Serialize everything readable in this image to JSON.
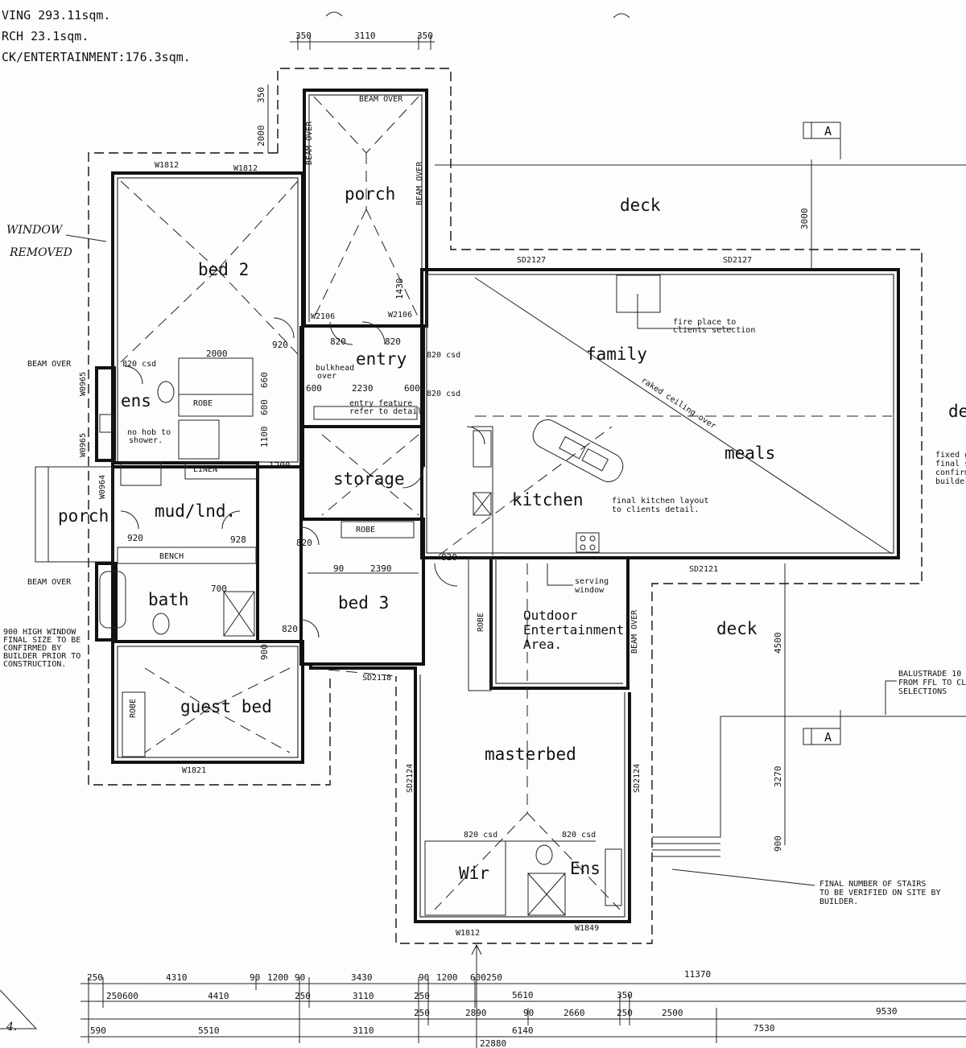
{
  "header": {
    "line1": "VING 293.11sqm.",
    "line2": "RCH 23.1sqm.",
    "line3": "CK/ENTERTAINMENT:176.3sqm."
  },
  "section_markers": [
    "A",
    "A"
  ],
  "rooms": {
    "porch_front": "porch",
    "porch_side": "porch",
    "bed2": "bed 2",
    "deck_top": "deck",
    "deck_mid": "deck",
    "deck_right": "de",
    "family": "family",
    "meals": "meals",
    "kitchen": "kitchen",
    "entry": "entry",
    "storage": "storage",
    "ens": "ens",
    "mud": "mud/lnd.",
    "bath": "bath",
    "bed3": "bed 3",
    "guest": "guest bed",
    "outdoor": "Outdoor\nEntertainment\nArea.",
    "outdoor_l1": "Outdoor",
    "outdoor_l2": "Entertainment",
    "outdoor_l3": "Area.",
    "master": "masterbed",
    "wir": "Wir",
    "ens2": "Ens"
  },
  "notes": {
    "window_removed_1": "WINDOW",
    "window_removed_2": "REMOVED",
    "beam_over_1": "BEAM OVER",
    "beam_over_2": "BEAM OVER",
    "beam_over_porch": "BEAM OVER",
    "beam_over_v1": "BEAM OVER",
    "beam_over_v2": "BEAM OVER",
    "beam_over_v3": "BEAM OVER",
    "high_window_1": "900 HIGH WINDOW",
    "high_window_2": "FINAL SIZE TO BE",
    "high_window_3": "CONFIRMED BY",
    "high_window_4": "BUILDER PRIOR TO",
    "high_window_5": "CONSTRUCTION.",
    "fire_1": "fire place to",
    "fire_2": "clients selection",
    "raked": "raked ceiling over",
    "kitchen_1": "final kitchen layout",
    "kitchen_2": "to clients detail.",
    "serving_1": "serving",
    "serving_2": "window",
    "entry_feat_1": "entry feature",
    "entry_feat_2": "refer to detail",
    "bulkhead_1": "bulkhead",
    "bulkhead_2": "over",
    "no_hob_1": "no hob to",
    "no_hob_2": "shower.",
    "fixed_1": "fixed gl",
    "fixed_2": "final si",
    "fixed_3": "confirm",
    "fixed_4": "builder.",
    "balustrade_1": "BALUSTRADE 10",
    "balustrade_2": "FROM FFL TO CL",
    "balustrade_3": "SELECTIONS",
    "stairs_1": "FINAL NUMBER OF STAIRS",
    "stairs_2": "TO BE VERIFIED ON SITE BY",
    "stairs_3": "BUILDER.",
    "robe": "ROBE",
    "linen": "LINEN",
    "bench": "BENCH",
    "csd": "820 csd"
  },
  "labels": {
    "w1812_a": "W1812",
    "w1812_b": "W1812",
    "w1812_c": "W1812",
    "w1821": "W1821",
    "w1849": "W1849",
    "w2106_a": "W2106",
    "w2106_b": "W2106",
    "w0965_a": "W0965",
    "w0965_b": "W0965",
    "w0964": "W0964",
    "sd2127_a": "SD2127",
    "sd2127_b": "SD2127",
    "sd2121": "SD2121",
    "sd2118": "SD2118",
    "sd2124_a": "SD2124",
    "sd2124_b": "SD2124",
    "beam_over_top": "BEAM OVER"
  },
  "dims_top": [
    "350",
    "3110",
    "350"
  ],
  "dims_misc": {
    "d350v": "350",
    "d2000v": "2000",
    "d1430": "1430",
    "d3000": "3000",
    "d4500": "4500",
    "d3270": "3270",
    "d900": "900",
    "d2000": "2000",
    "d2230": "2230",
    "d600a": "600",
    "d600b": "600",
    "d1100": "1100",
    "d600v": "600",
    "d660": "660",
    "d1200": "1200",
    "d2390": "2390",
    "d90": "90",
    "d820a": "820",
    "d820b": "820",
    "d820c": "820",
    "d820d": "820",
    "d820e": "820",
    "d920a": "920",
    "d920b": "920",
    "d928": "928",
    "d700": "700",
    "d900b": "900"
  },
  "dims_row1": [
    "250",
    "4310",
    "90",
    "1200",
    "90",
    "3430",
    "90",
    "1200",
    "600",
    "250",
    "11370"
  ],
  "dims_row2": [
    "250",
    "600",
    "4410",
    "250",
    "3110",
    "250",
    "5610",
    "350"
  ],
  "dims_row3": [
    "250",
    "2890",
    "90",
    "2660",
    "250",
    "2500",
    "9530"
  ],
  "dims_row4": [
    "590",
    "5510",
    "3110",
    "6140",
    "7530"
  ],
  "dims_row5": [
    "22880"
  ],
  "corner_mark": "4."
}
